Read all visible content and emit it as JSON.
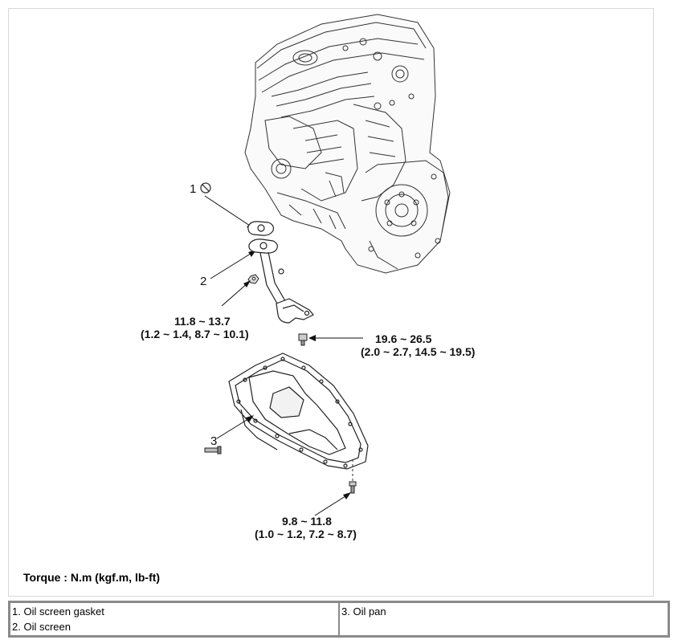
{
  "diagram": {
    "callouts": [
      {
        "number": "1",
        "part": "Oil screen gasket"
      },
      {
        "number": "2",
        "part": "Oil screen"
      },
      {
        "number": "3",
        "part": "Oil pan"
      }
    ],
    "torque_specs": [
      {
        "line1": "11.8 ~ 13.7",
        "line2": "(1.2 ~ 1.4, 8.7 ~ 10.1)"
      },
      {
        "line1": "19.6 ~ 26.5",
        "line2": "(2.0 ~ 2.7, 14.5 ~ 19.5)"
      },
      {
        "line1": "9.8 ~ 11.8",
        "line2": "(1.0 ~ 1.2, 7.2 ~ 8.7)"
      }
    ],
    "torque_caption": "Torque : N.m (kgf.m, lb-ft)"
  },
  "parts_table": {
    "left_column": [
      "1. Oil screen gasket",
      "2. Oil screen"
    ],
    "right_column": [
      "3. Oil pan"
    ]
  },
  "icons": [
    "engine-block-illustration",
    "no-reuse-icon",
    "oil-screen-gasket-icon",
    "oil-screen-pickup-icon",
    "nut-icon",
    "bolt-icon",
    "oil-pan-icon",
    "pan-bolt-icon"
  ]
}
